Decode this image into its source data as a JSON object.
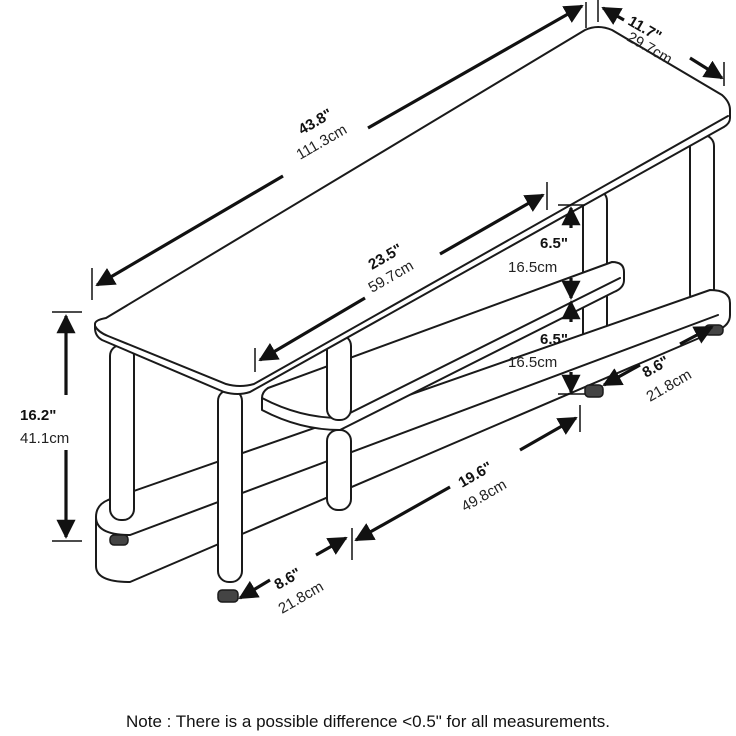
{
  "dimensions": {
    "total_width": {
      "inch": "43.8\"",
      "cm": "111.3cm"
    },
    "depth": {
      "inch": "11.7\"",
      "cm": "29.7cm"
    },
    "middle_shelf_len": {
      "inch": "23.5\"",
      "cm": "59.7cm"
    },
    "upper_clearance": {
      "inch": "6.5\"",
      "cm": "16.5cm"
    },
    "lower_clearance": {
      "inch": "6.5\"",
      "cm": "16.5cm"
    },
    "height": {
      "inch": "16.2\"",
      "cm": "41.1cm"
    },
    "bottom_span": {
      "inch": "19.6\"",
      "cm": "49.8cm"
    },
    "right_overhang": {
      "inch": "8.6\"",
      "cm": "21.8cm"
    },
    "left_overhang": {
      "inch": "8.6\"",
      "cm": "21.8cm"
    }
  },
  "note": "Note : There is a possible difference <0.5\" for all measurements."
}
